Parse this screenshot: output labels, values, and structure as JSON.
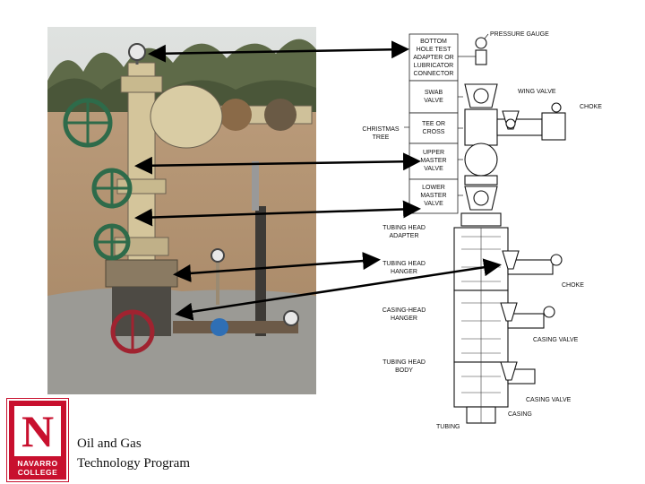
{
  "diagram_labels": {
    "bottom_hole": [
      "BOTTOM",
      "HOLE TEST",
      "ADAPTER OR",
      "LUBRICATOR",
      "CONNECTOR"
    ],
    "swab_valve": [
      "SWAB",
      "VALVE"
    ],
    "tee_or_cross": [
      "TEE OR",
      "CROSS"
    ],
    "christmas_tree": [
      "CHRISTMAS",
      "TREE"
    ],
    "upper_master_valve": [
      "UPPER",
      "MASTER",
      "VALVE"
    ],
    "lower_master_valve": [
      "LOWER",
      "MASTER",
      "VALVE"
    ],
    "tubing_head_adapter": [
      "TUBING HEAD",
      "ADAPTER"
    ],
    "tubing_head_hanger": [
      "TUBING HEAD",
      "HANGER"
    ],
    "casing_head_hanger": [
      "CASING-HEAD",
      "HANGER"
    ],
    "tubing_head_body": [
      "TUBING HEAD",
      "BODY"
    ],
    "pressure_gauge": "PRESSURE GAUGE",
    "wing_valve": "WING VALVE",
    "choke_top": "CHOKE",
    "choke_mid": "CHOKE",
    "casing_valve_1": "CASING VALVE",
    "casing_valve_2": "CASING VALVE",
    "casing": "CASING",
    "tubing": "TUBING"
  },
  "logo": {
    "line1": "NAVARRO",
    "line2": "COLLEGE",
    "letter": "N"
  },
  "footer": {
    "line1": "Oil and Gas",
    "line2": "Technology Program"
  },
  "colors": {
    "brand_red": "#c8102e",
    "arrow": "#000000"
  }
}
